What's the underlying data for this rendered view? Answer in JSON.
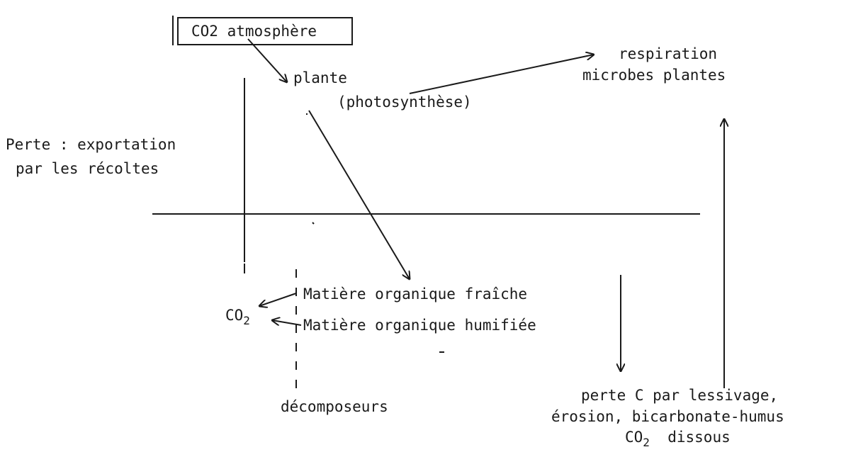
{
  "nodes": {
    "co2_atmosphere": "CO2 atmosphère",
    "plante": "plante",
    "photosynthese": "(photosynthèse)",
    "respiration_line1": "respiration",
    "respiration_line2": "microbes plantes",
    "perte_export_line1": "Perte : exportation",
    "perte_export_line2": "par les récoltes",
    "mo_fraiche": "Matière organique fraîche",
    "mo_humifiee": "Matière organique humifiée",
    "co2_left": "CO",
    "co2_left_sub": "2",
    "decomposeurs": "décomposeurs",
    "perte_c_line1": "perte C par lessivage,",
    "perte_c_line2": "érosion, bicarbonate-humus",
    "perte_c_line3_main": "CO",
    "perte_c_line3_sub": "2",
    "perte_c_line3_rest": "dissous"
  },
  "colors": {
    "ink": "#1a1a1a",
    "background": "#ffffff"
  }
}
